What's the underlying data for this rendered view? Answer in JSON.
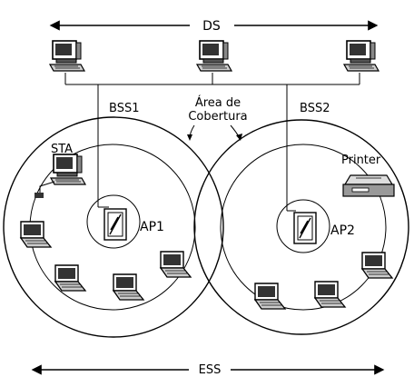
{
  "labels": {
    "ds": "DS",
    "ess": "ESS",
    "bss1": "BSS1",
    "bss2": "BSS2",
    "area_line1": "Área de",
    "area_line2": "Cobertura",
    "sta": "STA",
    "printer": "Printer",
    "ap1": "AP1",
    "ap2": "AP2"
  },
  "icons": {
    "desktop": "desktop-computer-icon",
    "laptop": "laptop-icon",
    "printer": "printer-icon",
    "access_point": "access-point-icon"
  }
}
